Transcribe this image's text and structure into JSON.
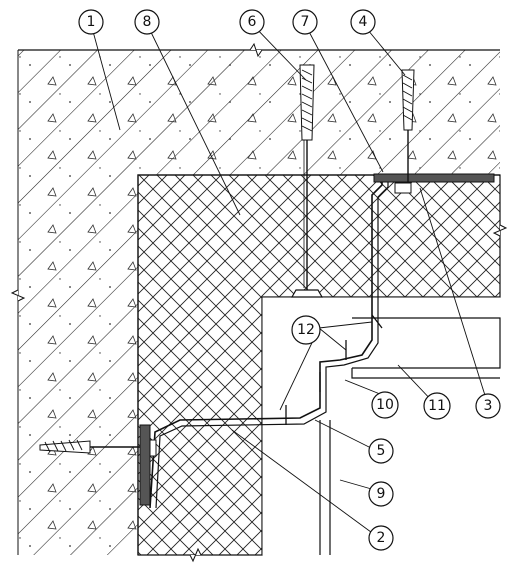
{
  "diagram": {
    "callouts": [
      {
        "id": "c1",
        "label": "1"
      },
      {
        "id": "c8",
        "label": "8"
      },
      {
        "id": "c6",
        "label": "6"
      },
      {
        "id": "c7",
        "label": "7"
      },
      {
        "id": "c4",
        "label": "4"
      },
      {
        "id": "c12",
        "label": "12"
      },
      {
        "id": "c10",
        "label": "10"
      },
      {
        "id": "c11",
        "label": "11"
      },
      {
        "id": "c3",
        "label": "3"
      },
      {
        "id": "c5",
        "label": "5"
      },
      {
        "id": "c9",
        "label": "9"
      },
      {
        "id": "c2",
        "label": "2"
      }
    ],
    "colors": {
      "ink": "#111111",
      "paper": "#ffffff"
    }
  }
}
